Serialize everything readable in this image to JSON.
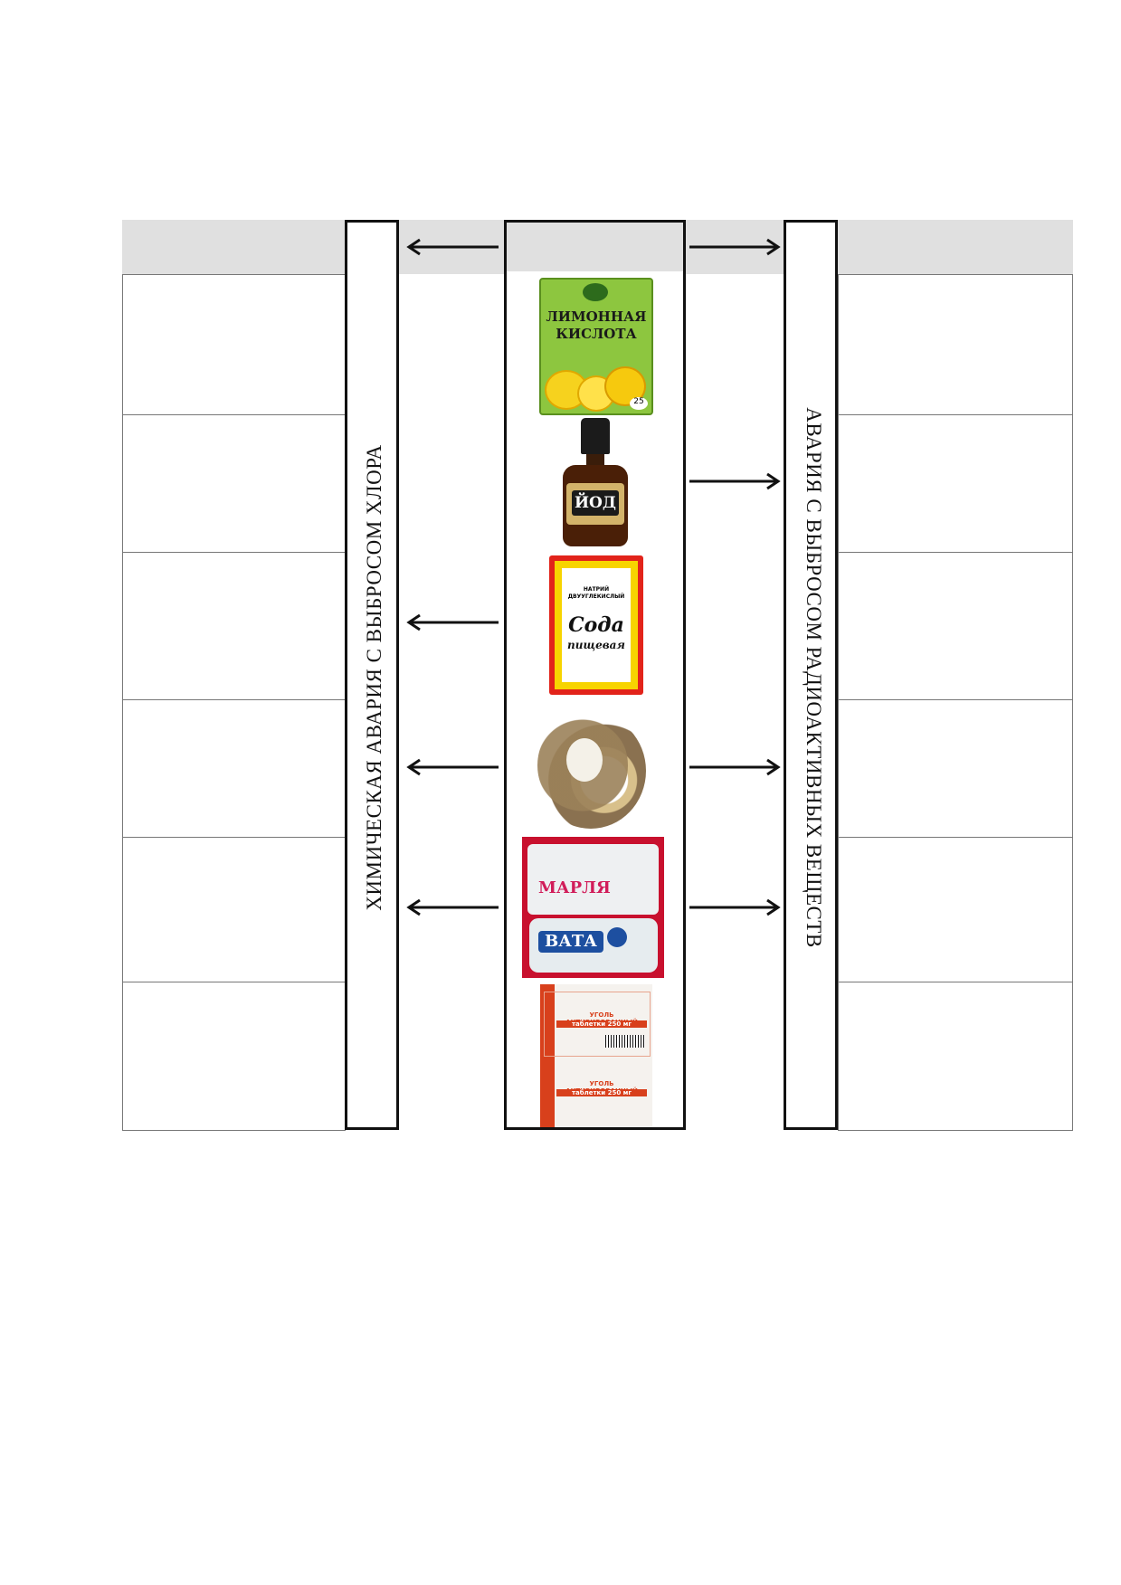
{
  "left_vertical_title": "ХИМИЧЕСКАЯ АВАРИЯ С ВЫБРОСОМ ХЛОРА",
  "right_vertical_title": "АВАРИЯ С ВЫБРОСОМ РАДИОАКТИВНЫХ ВЕЩЕСТВ",
  "products": [
    {
      "name": "citric-acid",
      "lines": [
        "ЛИМОННАЯ",
        "КИСЛОТА"
      ],
      "weight": "25"
    },
    {
      "name": "iodine",
      "lines": [
        "ЙОД"
      ]
    },
    {
      "name": "soda",
      "top": [
        "НАТРИЙ",
        "ДВУУГЛЕКИСЛЫЙ"
      ],
      "lines": [
        "Сода",
        "пищевая"
      ]
    },
    {
      "name": "tape",
      "lines": []
    },
    {
      "name": "gauze-cotton",
      "lines": [
        "МАРЛЯ",
        "ВАТА"
      ]
    },
    {
      "name": "activated-charcoal",
      "lines": [
        "УГОЛЬ АКТИВИРОВАННЫЙ",
        "таблетки 250 мг",
        "УГОЛЬ АКТИВИРОВАННЫЙ",
        "таблетки 250 мг"
      ]
    }
  ],
  "arrows": {
    "left": [
      true,
      false,
      false,
      true,
      true,
      true,
      false
    ],
    "right": [
      true,
      false,
      true,
      false,
      true,
      true,
      false
    ]
  },
  "colors": {
    "header": "#e0e0e0",
    "border": "#111111"
  }
}
